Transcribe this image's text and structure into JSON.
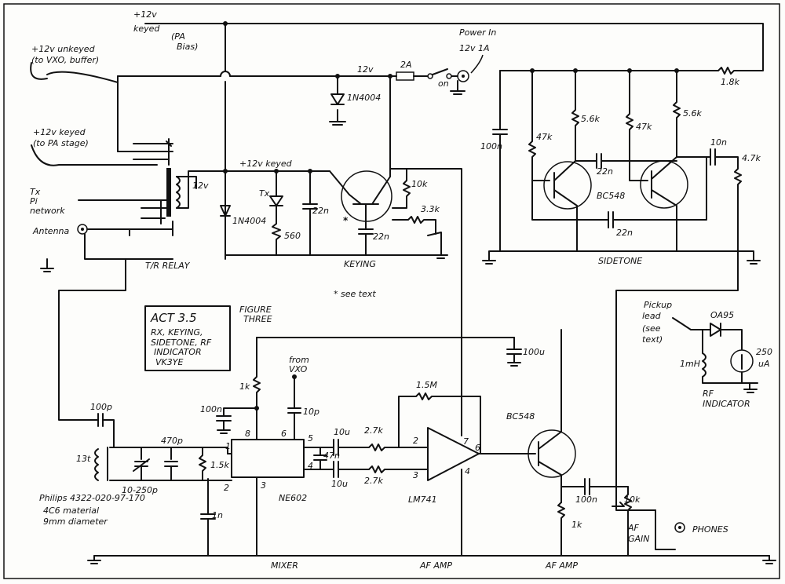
{
  "supplies": {
    "keyed_pa_bias": [
      "+12v",
      "keyed",
      "(PA",
      "Bias)"
    ],
    "unkeyed": [
      "+12v unkeyed",
      "(to VXO, buffer)"
    ],
    "keyed_pa_stage": [
      "+12v keyed",
      "(to PA stage)"
    ],
    "power_in": [
      "Power In",
      "12v 1A"
    ],
    "rail_12v": "12v",
    "fuse": "2A",
    "switch": "on",
    "relay_coil": "12v",
    "keyed_rail": "+12v keyed"
  },
  "ports": {
    "tx_pi": [
      "Tx",
      "Pi",
      "network"
    ],
    "antenna": "Antenna",
    "tr_relay": "T/R RELAY",
    "phones": "PHONES"
  },
  "keying": {
    "diode1": "1N4004",
    "diode2": "1N4004",
    "tx_led": "Tx",
    "r560": "560",
    "c22n_a": "22n",
    "c22n_b": "22n",
    "r10k": "10k",
    "r3k3": "3.3k",
    "star": "*",
    "label": "KEYING",
    "see_text": "* see text"
  },
  "sidetone": {
    "r1k8": "1.8k",
    "c100n": "100n",
    "r47k_a": "47k",
    "r5k6_a": "5.6k",
    "r47k_b": "47k",
    "r5k6_b": "5.6k",
    "c22n_a": "22n",
    "c22n_b": "22n",
    "c10n": "10n",
    "r4k7": "4.7k",
    "transistor": "BC548",
    "label": "SIDETONE"
  },
  "title_box": {
    "lines": [
      "ACT 3.5",
      "RX, KEYING,",
      "SIDETONE, RF",
      "INDICATOR",
      "VK3YE"
    ],
    "figure": [
      "FIGURE",
      "THREE"
    ]
  },
  "rf_indicator": {
    "pickup": [
      "Pickup",
      "lead",
      "(see",
      "text)"
    ],
    "diode": "OA95",
    "inductor": "1mH",
    "meter": [
      "250",
      "uA"
    ],
    "label": [
      "RF",
      "INDICATOR"
    ]
  },
  "mixer": {
    "c100p": "100p",
    "coil_turns": "13t",
    "trimmer": "10-250p",
    "c470p": "470p",
    "r1k5": "1.5k",
    "c1n": "1n",
    "r1k": "1k",
    "c100n": "100n",
    "from_vxo": [
      "from",
      "VXO"
    ],
    "c10p": "10p",
    "ic": "NE602",
    "label": "MIXER",
    "pins": [
      "1",
      "2",
      "3",
      "6",
      "8",
      "5",
      "4"
    ],
    "core": [
      "Philips 4322-020-97-170",
      "4C6 material",
      "9mm diameter"
    ]
  },
  "af_amp": {
    "c10u_a": "10u",
    "c10u_b": "10u",
    "c47n": "47n",
    "r2k7_a": "2.7k",
    "r2k7_b": "2.7k",
    "r1m5": "1.5M",
    "ic": "LM741",
    "pins": [
      "2",
      "3",
      "7",
      "6",
      "4"
    ],
    "c100u": "100u",
    "label": "AF AMP"
  },
  "af_amp2": {
    "transistor": "BC548",
    "c100n": "100n",
    "r1k": "1k",
    "pot": "10k",
    "gain": [
      "AF",
      "GAIN"
    ],
    "label": "AF AMP"
  }
}
